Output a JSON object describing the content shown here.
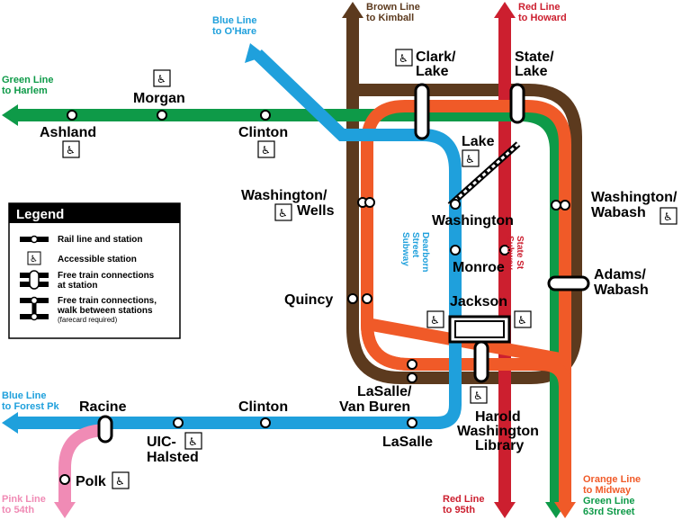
{
  "colors": {
    "blue": "#1fa0dc",
    "brown": "#5c3a1e",
    "red": "#cc1f2f",
    "orange": "#f05a28",
    "green": "#0e9a48",
    "pink": "#f08bb5",
    "purple": "#522398"
  },
  "destinations": {
    "brown_kimball": [
      "Brown Line",
      "to Kimball"
    ],
    "red_howard": [
      "Red Line",
      "to Howard"
    ],
    "blue_ohare": [
      "Blue Line",
      "to O'Hare"
    ],
    "green_harlem": [
      "Green Line",
      "to Harlem"
    ],
    "blue_forest_pk": [
      "Blue Line",
      "to Forest Pk"
    ],
    "pink_54th": [
      "Pink Line",
      "to 54th"
    ],
    "red_95th": [
      "Red Line",
      "to 95th"
    ],
    "orange_midway": [
      "Orange Line",
      "to Midway"
    ],
    "green_63rd": [
      "Green Line",
      "63rd Street"
    ]
  },
  "stations": {
    "morgan": "Morgan",
    "ashland": "Ashland",
    "clinton_green": "Clinton",
    "clark_lake": [
      "Clark/",
      "Lake"
    ],
    "state_lake": [
      "State/",
      "Lake"
    ],
    "lake": "Lake",
    "washington_wells": [
      "Washington/",
      "Wells"
    ],
    "washington": "Washington",
    "washington_wabash": [
      "Washington/",
      "Wabash"
    ],
    "monroe": "Monroe",
    "quincy": "Quincy",
    "adams_wabash": [
      "Adams/",
      "Wabash"
    ],
    "jackson": "Jackson",
    "lasalle_van_buren": [
      "LaSalle/",
      "Van Buren"
    ],
    "harold_washington": [
      "Harold",
      "Washington",
      "Library"
    ],
    "racine": "Racine",
    "clinton_blue": "Clinton",
    "uic_halsted": [
      "UIC-",
      "Halsted"
    ],
    "lasalle": "LaSalle",
    "polk": "Polk"
  },
  "subways": {
    "dearborn": [
      "Dearborn",
      "Street",
      "Subway"
    ],
    "state": [
      "State St",
      "Subway"
    ]
  },
  "legend": {
    "title": "Legend",
    "items": [
      {
        "label": "Rail line and station"
      },
      {
        "label": "Accessible station"
      },
      {
        "label": "Free train connections",
        "label2": "at station"
      },
      {
        "label": "Free train connections,",
        "label2": "walk between stations",
        "note": "(farecard required)"
      }
    ]
  },
  "icons": {
    "accessible": "accessible-icon"
  }
}
